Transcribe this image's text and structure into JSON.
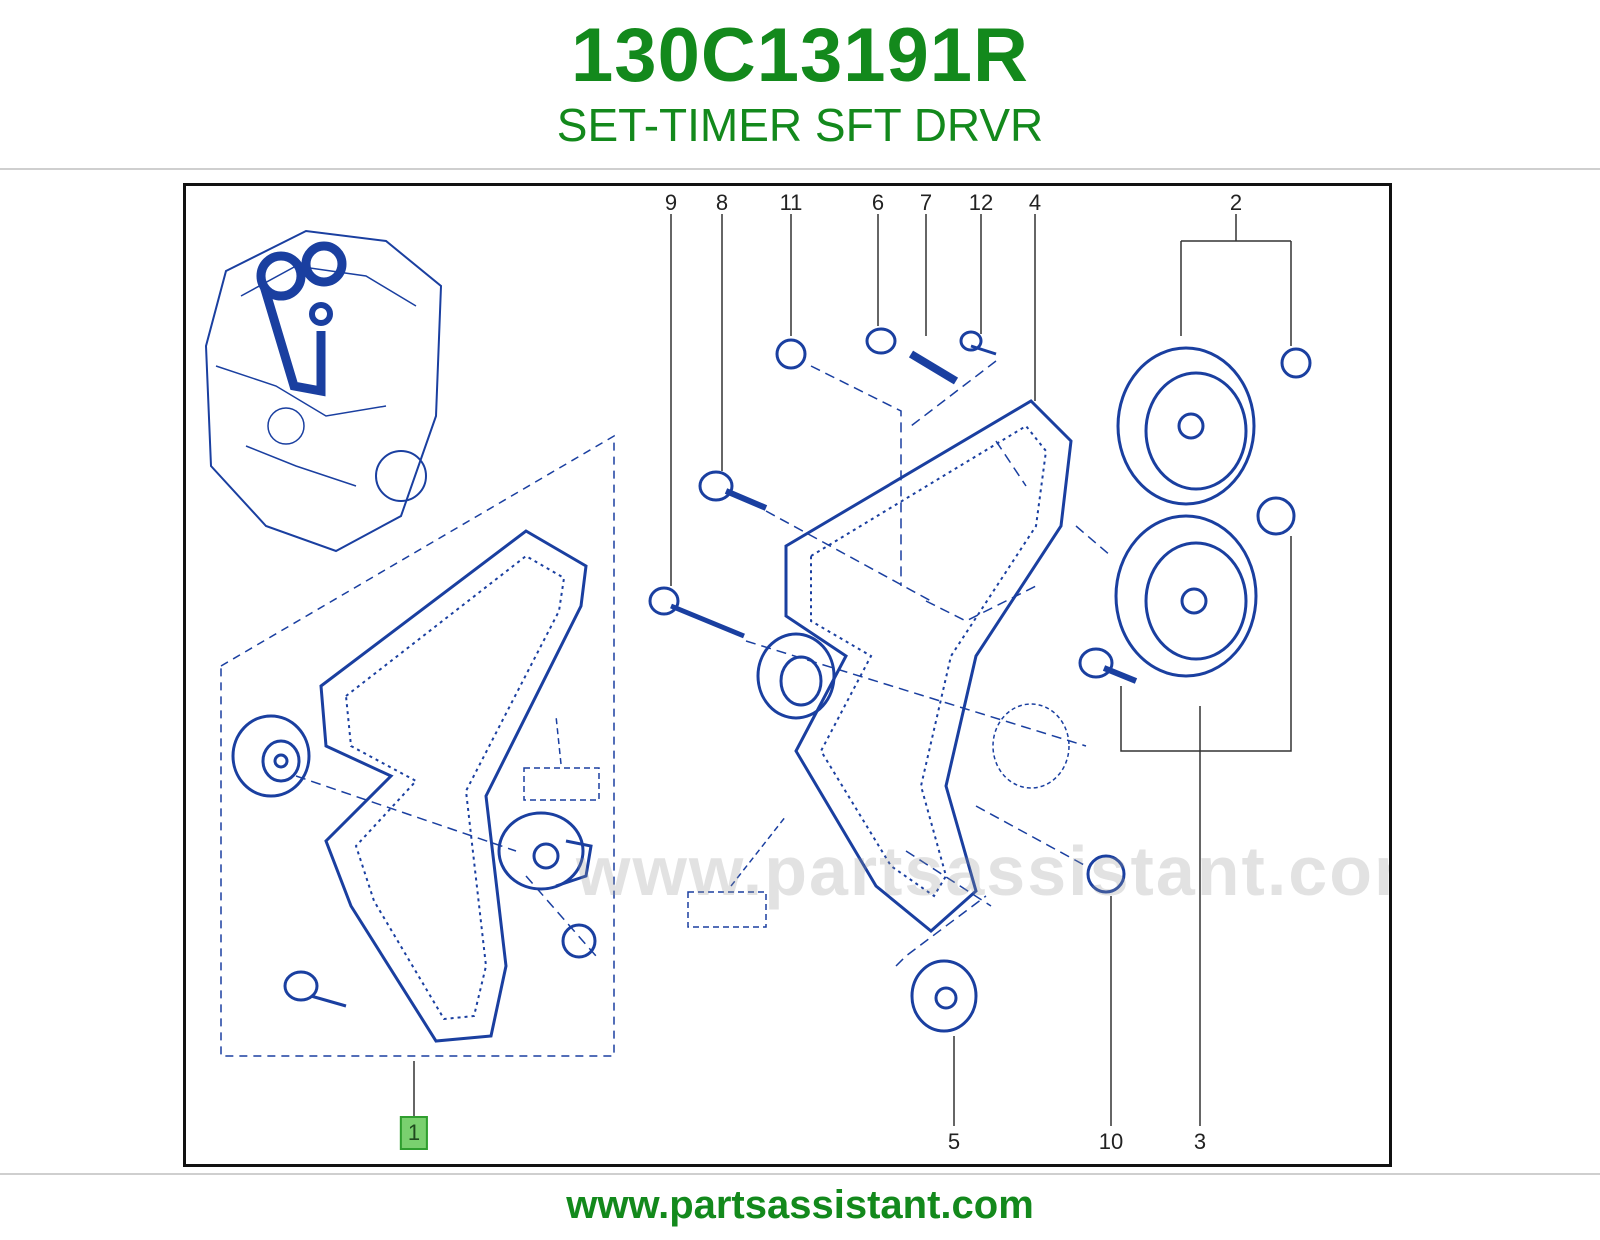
{
  "header": {
    "part_number": "130C13191R",
    "description": "SET-TIMER SFT DRVR"
  },
  "diagram": {
    "watermark": "www.partsassistant.com",
    "callouts": [
      "9",
      "8",
      "11",
      "6",
      "7",
      "12",
      "4",
      "2",
      "1",
      "5",
      "10",
      "3"
    ],
    "highlighted_callout": "1",
    "colors": {
      "line": "#1a3fa0",
      "highlight": "#7ad06f",
      "brand_green": "#13891c"
    }
  },
  "footer": {
    "url": "www.partsassistant.com"
  }
}
